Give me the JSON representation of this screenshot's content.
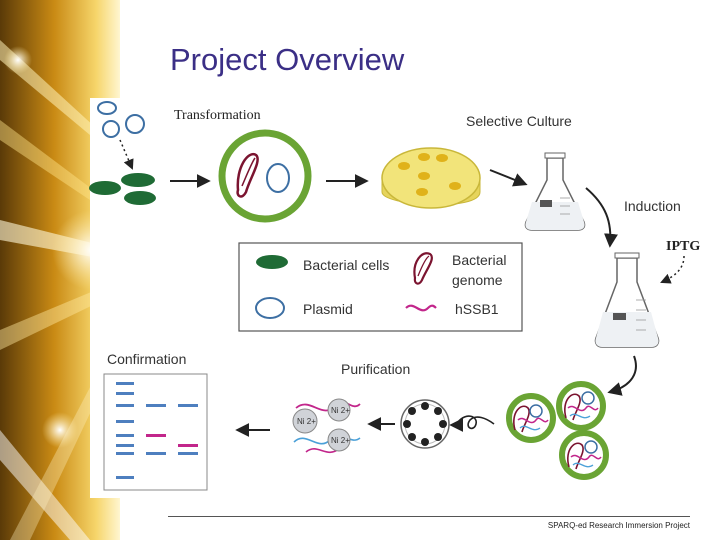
{
  "slide": {
    "title": "Project Overview",
    "footer": "SPARQ-ed Research Immersion Project"
  },
  "diagram": {
    "steps": {
      "transformation": "Transformation",
      "selective_culture": "Selective Culture",
      "induction": "Induction",
      "iptg": "IPTG",
      "purification": "Purification",
      "confirmation": "Confirmation"
    },
    "legend": {
      "bacterial_cells": "Bacterial cells",
      "bacterial_genome_line1": "Bacterial",
      "bacterial_genome_line2": "genome",
      "plasmid": "Plasmid",
      "hssb1": "hSSB1"
    },
    "nickel_labels": [
      "Ni 2+",
      "Ni 2+",
      "Ni 2+"
    ]
  },
  "colors": {
    "title": "#3b2f86",
    "cell_green": "#1f6b35",
    "ring_green": "#6aa434",
    "plasmid_blue": "#3d6fa3",
    "genome_maroon": "#7b1430",
    "hssb1_magenta": "#c2268b",
    "plate_yellow": "#f2e47a",
    "colony_gold": "#e0b21a",
    "band_blue": "#4e7fbf"
  }
}
